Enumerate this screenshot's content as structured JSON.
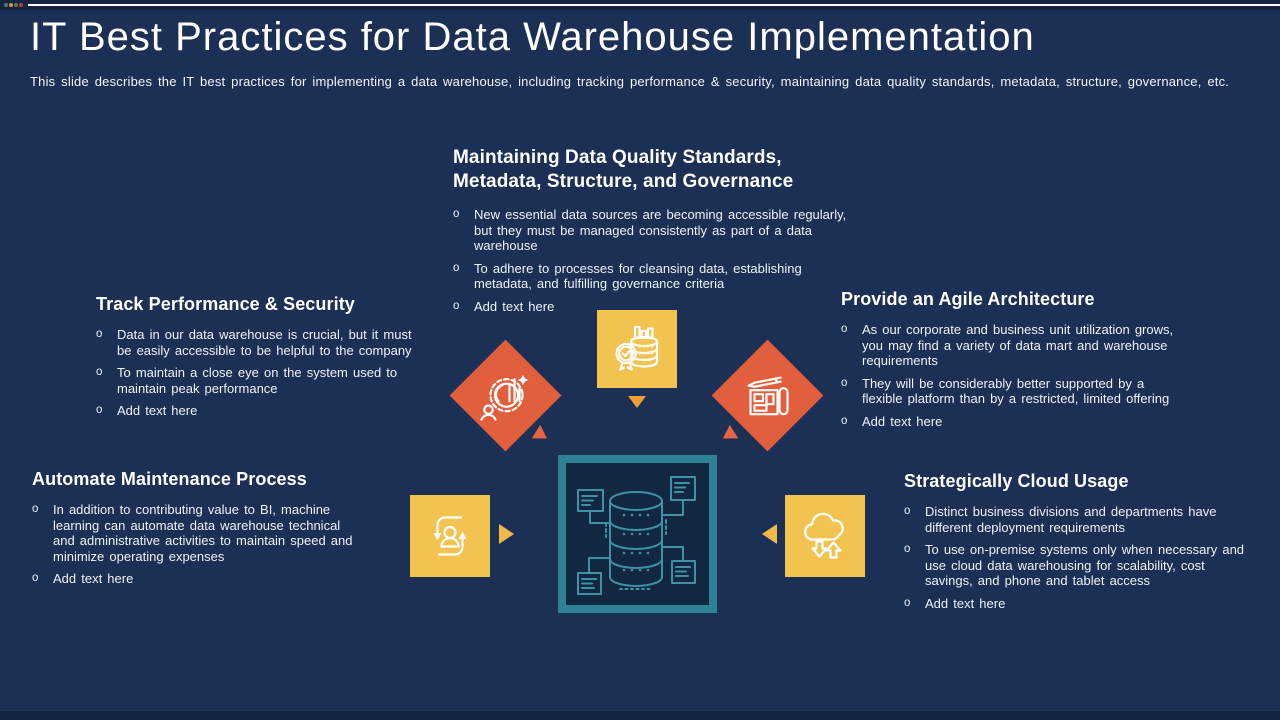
{
  "ui": {
    "bullet_marker": "o"
  },
  "colors": {
    "background": "#1c3055",
    "strip": "#152541",
    "accent_orange": "#e25f3d",
    "accent_yellow": "#f2c351",
    "accent_teal": "#2f8296",
    "arrow_orange": "#f09e38",
    "arrow_yellow": "#eeb948",
    "text": "#ffffff"
  },
  "header": {
    "title": "IT Best Practices for Data Warehouse Implementation",
    "subtitle": "This slide describes the IT best practices for implementing a data warehouse, including tracking performance & security, maintaining data quality standards, metadata, structure, governance, etc."
  },
  "sections": {
    "quality": {
      "heading": "Maintaining Data Quality Standards, Metadata, Structure, and Governance",
      "bullets": [
        "New essential data sources are becoming accessible regularly, but they must be managed consistently as part of a data warehouse",
        "To adhere to processes for cleansing data, establishing metadata, and fulfilling governance criteria",
        "Add text here"
      ],
      "icon": "award-database-icon"
    },
    "performance": {
      "heading": "Track Performance & Security",
      "bullets": [
        "Data in our data warehouse is crucial, but it must be easily accessible to be helpful to the company",
        "To maintain a close eye on the system used to maintain peak performance",
        "Add text here"
      ],
      "icon": "gear-chart-person-icon"
    },
    "architecture": {
      "heading": "Provide an Agile Architecture",
      "bullets": [
        "As our corporate and business unit utilization grows, you may find a variety of data mart and warehouse requirements",
        "They will be considerably better supported by a flexible platform than by a restricted, limited offering",
        "Add text here"
      ],
      "icon": "blueprint-pencil-icon"
    },
    "automation": {
      "heading": "Automate Maintenance Process",
      "bullets": [
        "In addition to contributing value to BI, machine learning can automate data warehouse technical and administrative activities to maintain speed and minimize operating expenses",
        "Add text here"
      ],
      "icon": "person-cycle-icon"
    },
    "cloud": {
      "heading": "Strategically Cloud Usage",
      "bullets": [
        "Distinct business divisions and departments have different deployment requirements",
        "To use on-premise systems only when necessary and use cloud data warehousing for scalability, cost savings, and phone and tablet access",
        "Add text here"
      ],
      "icon": "cloud-up-down-icon"
    }
  },
  "center": {
    "icon": "database-network-icon"
  }
}
